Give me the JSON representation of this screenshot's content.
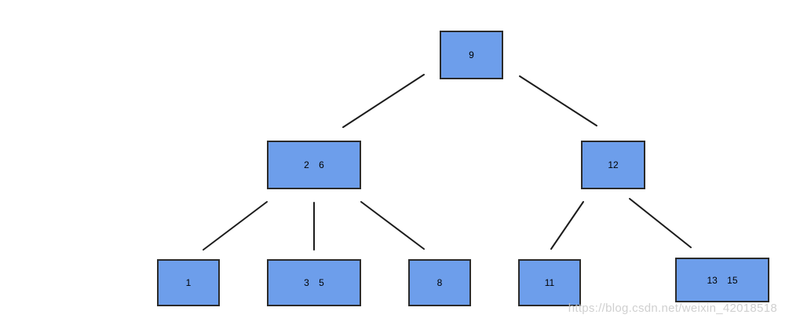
{
  "diagram": {
    "kind": "b-tree",
    "nodes": [
      {
        "id": "n9",
        "label": "9",
        "level": 0
      },
      {
        "id": "n2-6",
        "label": "2 6",
        "level": 1
      },
      {
        "id": "n12",
        "label": "12",
        "level": 1
      },
      {
        "id": "n1",
        "label": "1",
        "level": 2
      },
      {
        "id": "n3-5",
        "label": "3 5",
        "level": 2
      },
      {
        "id": "n8",
        "label": "8",
        "level": 2
      },
      {
        "id": "n11",
        "label": "11",
        "level": 2
      },
      {
        "id": "n13-15",
        "label": "13 15",
        "level": 2
      }
    ],
    "edges": [
      {
        "from": "9",
        "to": "2 6"
      },
      {
        "from": "9",
        "to": "12"
      },
      {
        "from": "2 6",
        "to": "1"
      },
      {
        "from": "2 6",
        "to": "3 5"
      },
      {
        "from": "2 6",
        "to": "8"
      },
      {
        "from": "12",
        "to": "11"
      },
      {
        "from": "12",
        "to": "13 15"
      }
    ]
  },
  "watermark": {
    "text": "https://blog.csdn.net/weixin_42018518"
  },
  "colors": {
    "node_fill": "#6d9eeb",
    "node_border": "#2b2b2b",
    "edge_line": "#1c1c1c",
    "watermark_text": "#c8c8c8",
    "background": "#ffffff"
  }
}
